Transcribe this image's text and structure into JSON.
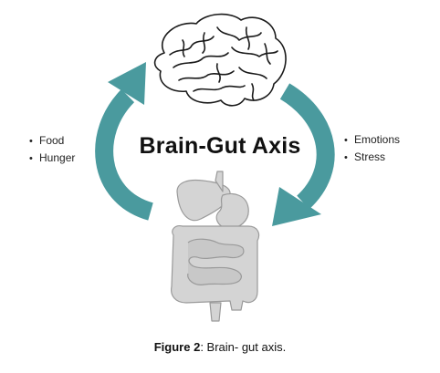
{
  "diagram": {
    "title": "Brain-Gut Axis",
    "left_items": [
      "Food",
      "Hunger"
    ],
    "right_items": [
      "Emotions",
      "Stress"
    ]
  },
  "caption": {
    "label": "Figure 2",
    "text": ": Brain- gut axis."
  },
  "colors": {
    "arrow": "#4a9a9e",
    "brain_stroke": "#1a1a1a",
    "gut_fill": "#d4d4d4",
    "gut_stroke": "#9a9a9a"
  },
  "icons": {
    "brain": "brain-icon",
    "gut": "digestive-system-icon"
  }
}
